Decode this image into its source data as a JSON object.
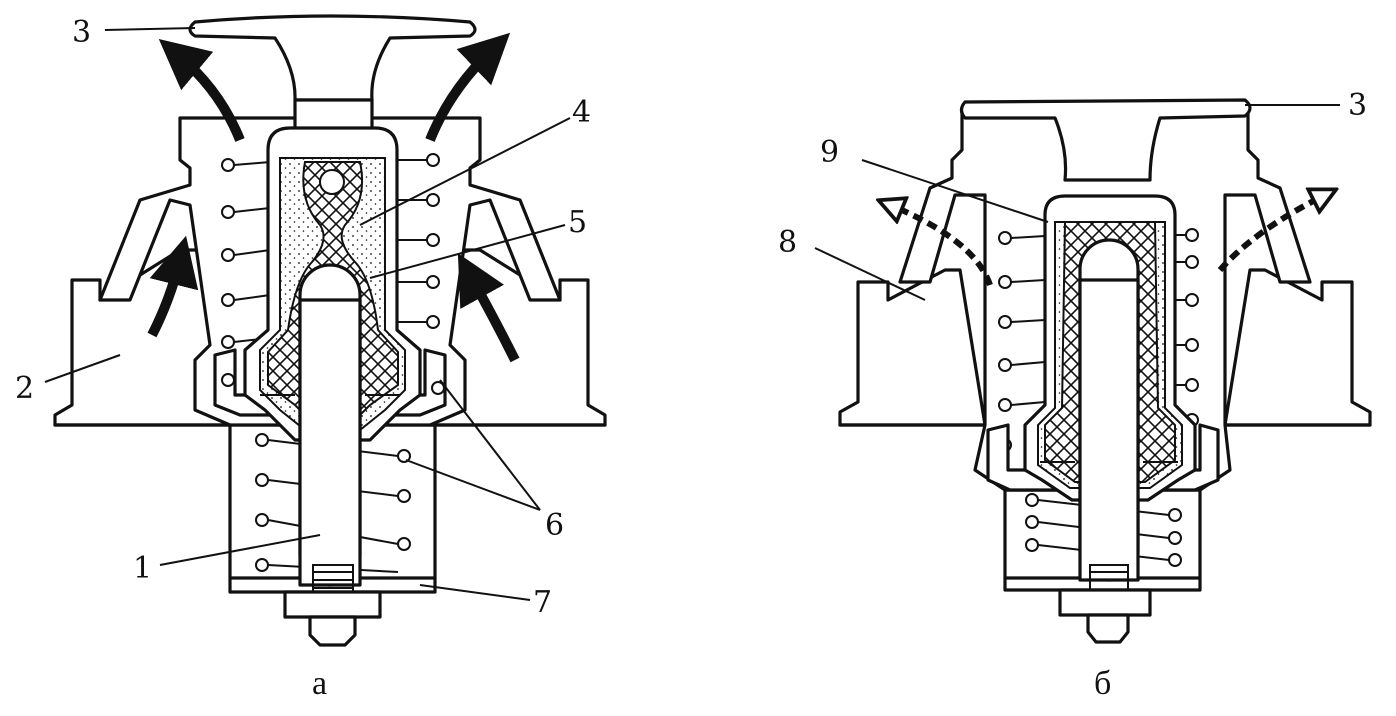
{
  "figure": {
    "panels": [
      {
        "id": "a",
        "caption": "а"
      },
      {
        "id": "b",
        "caption": "б"
      }
    ],
    "callouts_a": [
      "3",
      "4",
      "5",
      "2",
      "6",
      "1",
      "7"
    ],
    "callouts_b": [
      "3",
      "9",
      "8"
    ]
  }
}
